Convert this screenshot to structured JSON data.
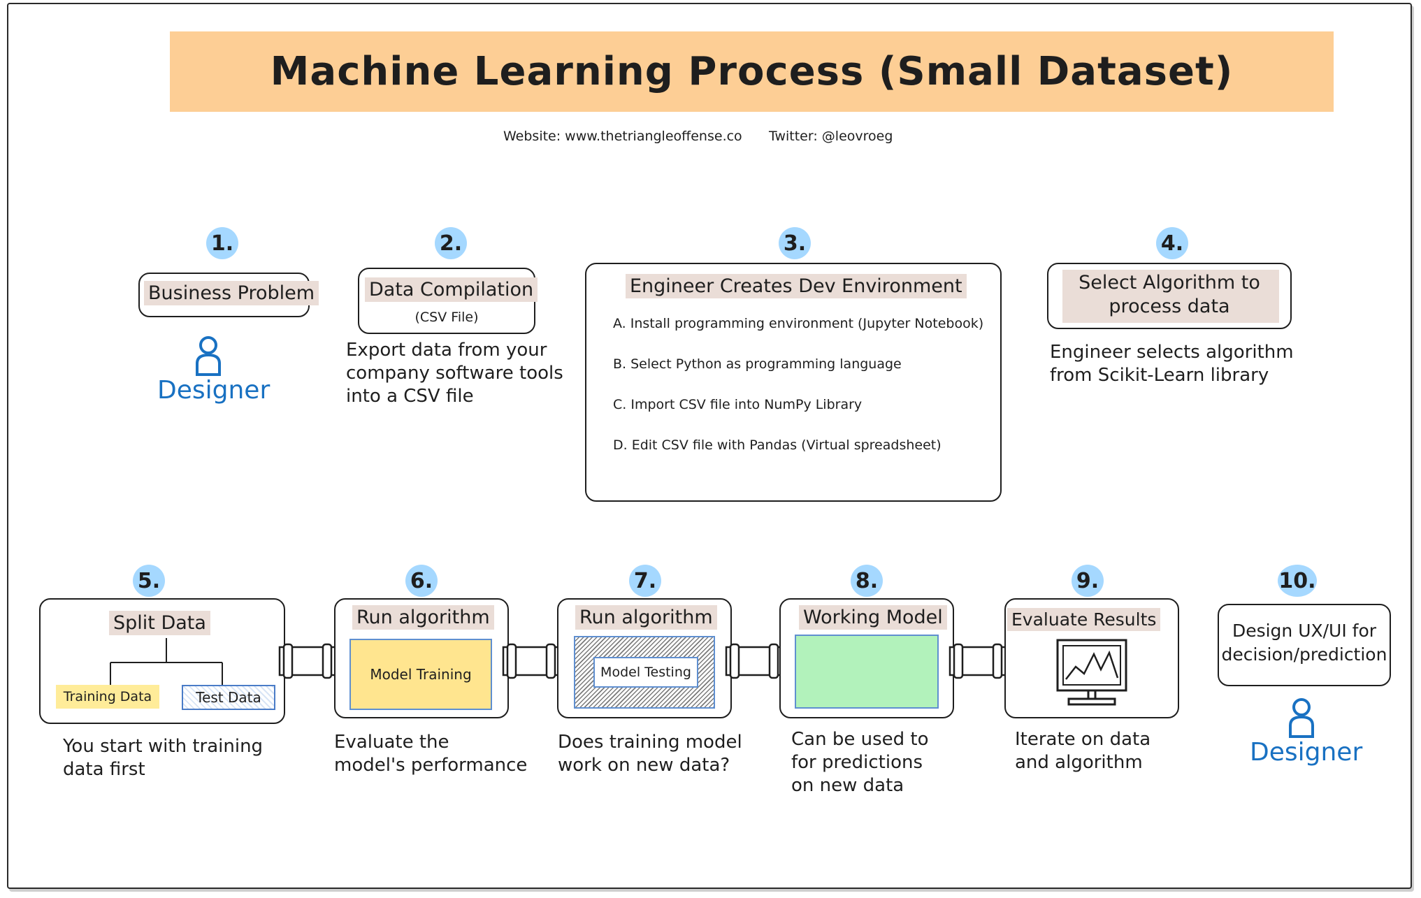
{
  "title": "Machine Learning Process (Small Dataset)",
  "website": "Website: www.thetriangleoffense.co",
  "twitter": "Twitter: @leovroeg",
  "steps": {
    "s1": {
      "num": "1.",
      "label": "Business Problem",
      "role": "Designer"
    },
    "s2": {
      "num": "2.",
      "label": "Data Compilation",
      "sublabel": "(CSV File)",
      "desc": "Export data from your\ncompany software tools\ninto a CSV file"
    },
    "s3": {
      "num": "3.",
      "label": "Engineer Creates Dev Environment",
      "items": [
        "A. Install programming environment (Jupyter Notebook)",
        "B. Select Python as programming language",
        "C. Import CSV file into NumPy Library",
        "D. Edit CSV file with Pandas (Virtual spreadsheet)"
      ]
    },
    "s4": {
      "num": "4.",
      "label": "Select Algorithm to\nprocess data",
      "desc": "Engineer selects algorithm\nfrom Scikit-Learn library"
    },
    "s5": {
      "num": "5.",
      "label": "Split Data",
      "left": "Training Data",
      "right": "Test Data",
      "desc": "You start with training\ndata first"
    },
    "s6": {
      "num": "6.",
      "label": "Run algorithm",
      "inner": "Model Training",
      "desc": "Evaluate the\nmodel's performance"
    },
    "s7": {
      "num": "7.",
      "label": "Run algorithm",
      "inner": "Model Testing",
      "desc": "Does training model\nwork on new data?"
    },
    "s8": {
      "num": "8.",
      "label": "Working Model",
      "desc": "Can be used to\nfor predictions\non new data"
    },
    "s9": {
      "num": "9.",
      "label": "Evaluate Results",
      "desc": "Iterate on data\nand algorithm"
    },
    "s10": {
      "num": "10.",
      "label": "Design UX/UI for\ndecision/prediction",
      "role": "Designer"
    }
  },
  "colors": {
    "title_band": "#fdcb8f",
    "number_circle": "#a5d8ff",
    "label_highlight": "#eaddd7",
    "training_yellow": "#ffec99",
    "working_green": "#b2f2bb",
    "designer_blue": "#1971c2"
  },
  "icons": [
    "person-icon",
    "monitor-chart-icon",
    "pipe-connector-icon"
  ]
}
